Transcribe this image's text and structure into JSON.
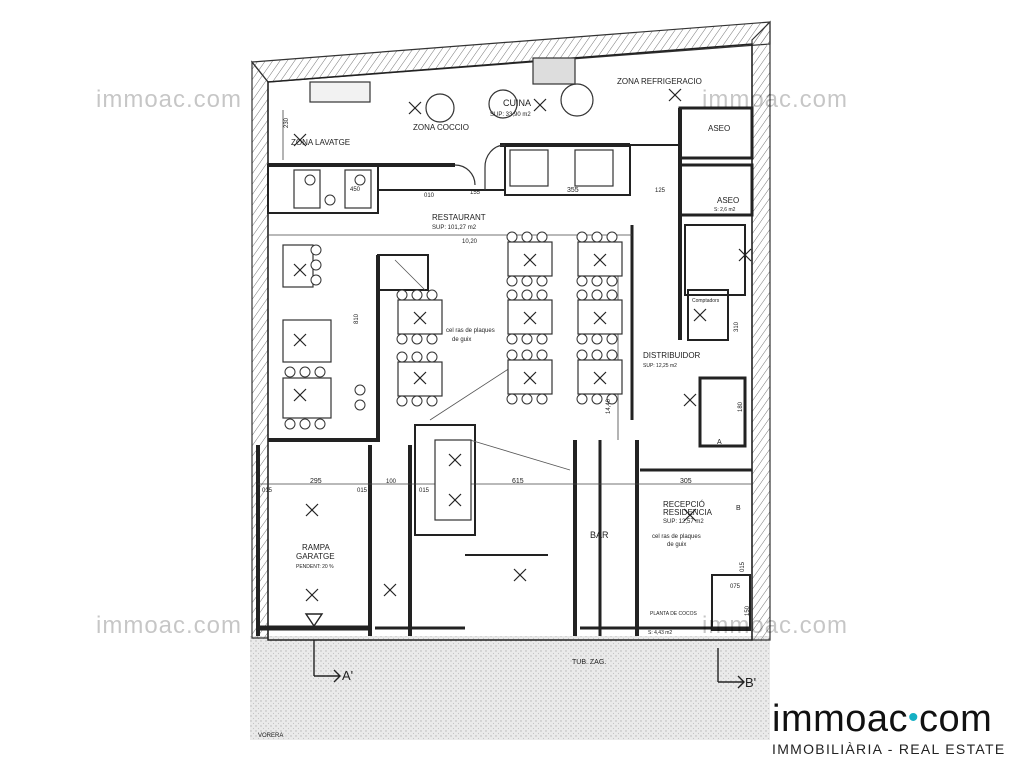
{
  "watermark": "immoac.com",
  "brand": {
    "name_left": "immoac",
    "name_dot": "•",
    "name_right": "com",
    "tagline": "IMMOBILIÀRIA - REAL ESTATE"
  },
  "rooms": {
    "cuina": "CUINA",
    "cuina_sup": "SUP: 33,90 m2",
    "zona_refrigeracio": "ZONA REFRIGERACIO",
    "zona_coccio": "ZONA COCCIO",
    "zona_lavatge": "ZONA LAVATGE",
    "aseo_1": "ASEO",
    "aseo_2": "ASEO",
    "aseo_2_sup": "S: 2,6 m2",
    "restaurant": "RESTAURANT",
    "restaurant_sup": "SUP: 101,27 m2",
    "cel_ras_1a": "cel ras de plaques",
    "cel_ras_1b": "de guix",
    "distribuidor": "DISTRIBUIDOR",
    "distribuidor_sup": "SUP: 12,25 m2",
    "comptadors": "Comptadors",
    "rampa": "RAMPA",
    "garatge": "GARATGE",
    "pendent": "PENDENT: 20 %",
    "bar": "BAR",
    "recepcio": "RECEPCIÓ",
    "residencia": "RESIDENCIA",
    "recepcio_sup": "SUP: 12,57 m2",
    "cel_ras_2a": "cel ras de plaques",
    "cel_ras_2b": "de guix",
    "planta_cocos": "PLANTA DE COCOS",
    "sup_small": "S: 4,43 m2",
    "tub_zag": "TUB. ZAG.",
    "vorera": "VORERA"
  },
  "dimensions": {
    "d_230": "230",
    "d_010a": "010",
    "d_155": "155",
    "d_355": "355",
    "d_125": "125",
    "d_1020": "10,20",
    "d_810": "810",
    "d_1440": "14,40",
    "d_295": "295",
    "d_015a": "015",
    "d_100": "100",
    "d_015b": "015",
    "d_615": "615",
    "d_305": "305",
    "d_015c": "015",
    "d_450": "450",
    "d_075": "075",
    "d_150": "150",
    "d_310": "310",
    "d_180": "180",
    "d_015d": "015"
  },
  "sections": {
    "a": "A'",
    "b": "B'",
    "a_small": "A",
    "b_small": "B"
  }
}
